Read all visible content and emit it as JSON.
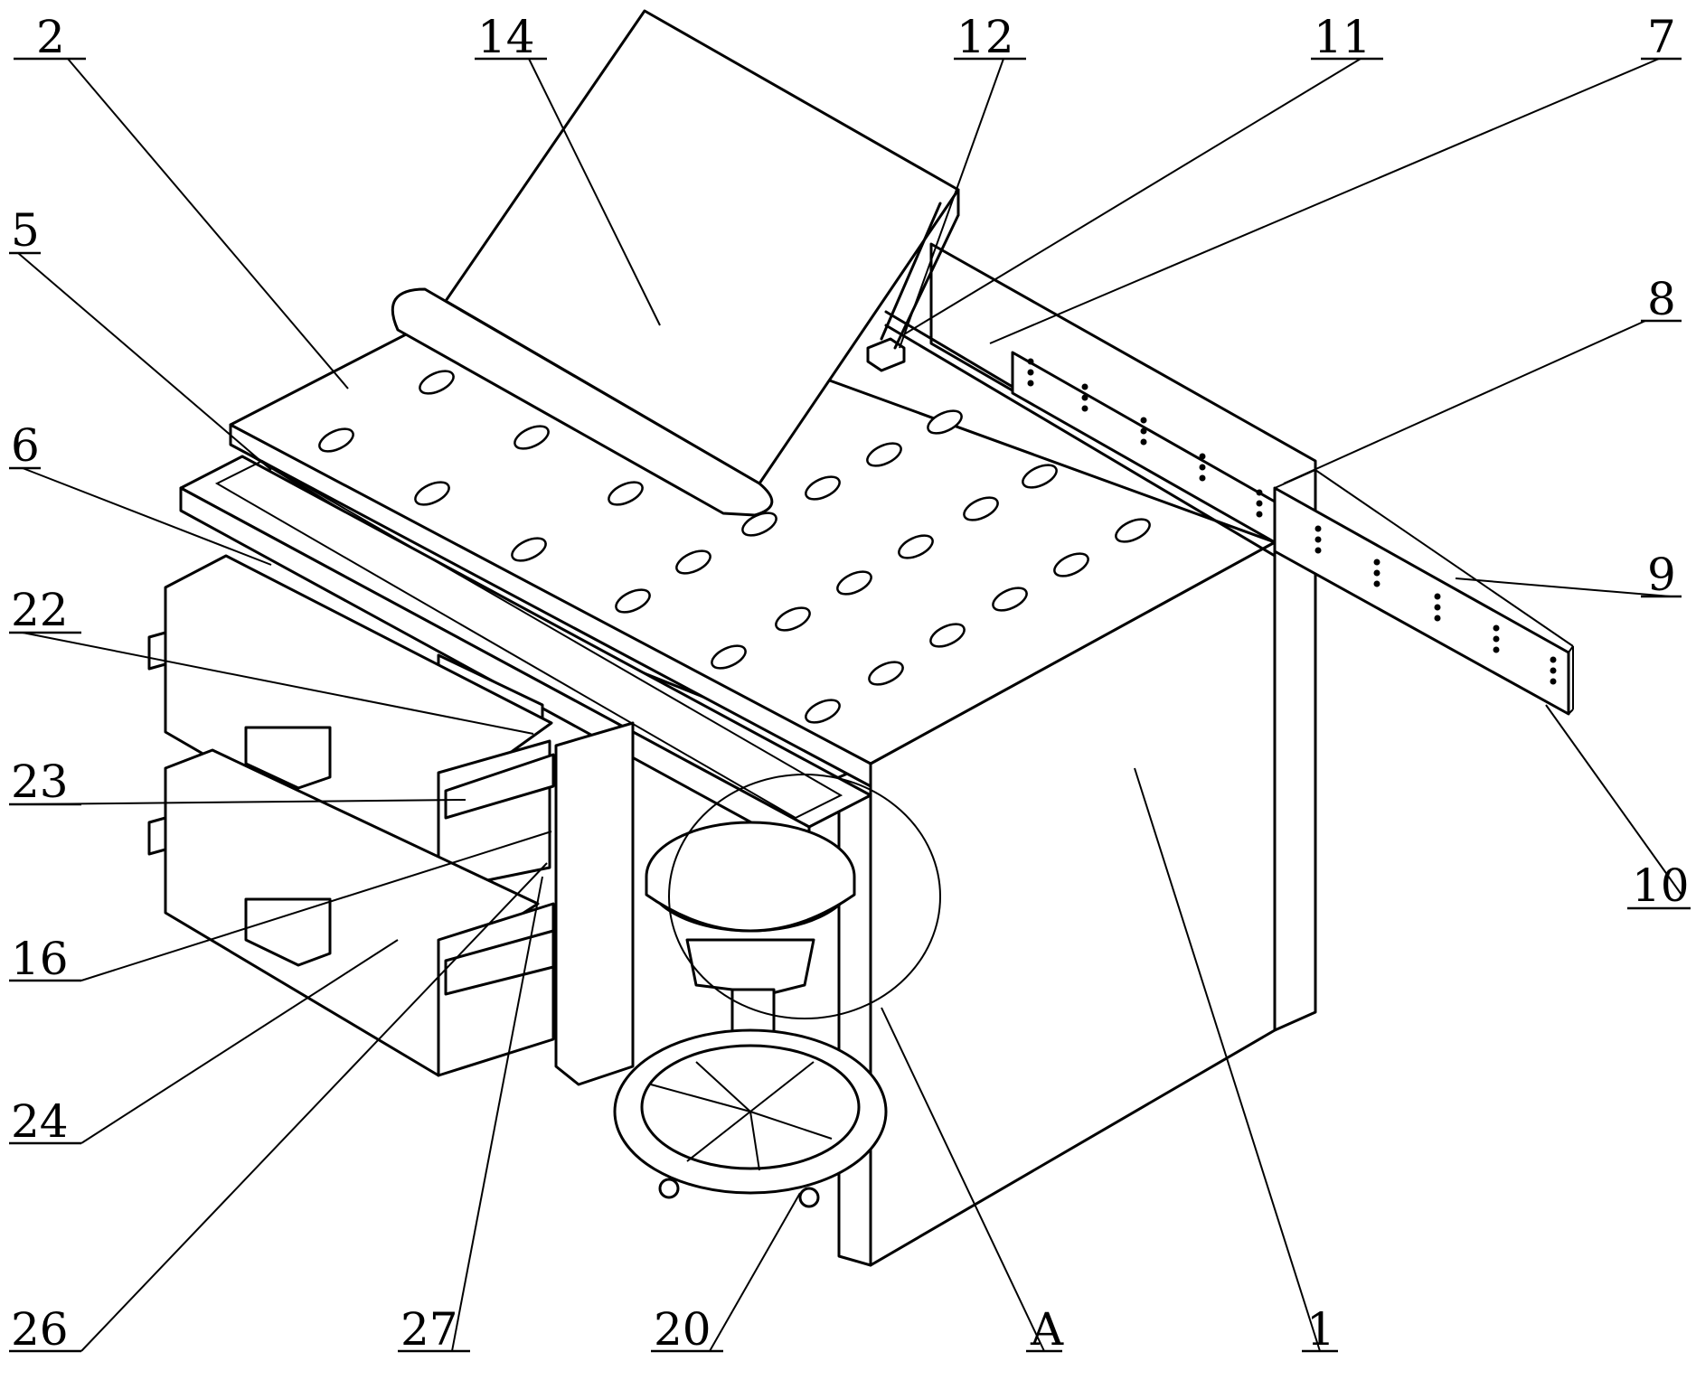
{
  "labels": {
    "l2": "2",
    "l14": "14",
    "l12": "12",
    "l11": "11",
    "l7": "7",
    "l5": "5",
    "l8": "8",
    "l6": "6",
    "l22": "22",
    "l9": "9",
    "l23": "23",
    "l10": "10",
    "l16": "16",
    "l24": "24",
    "l26": "26",
    "l27": "27",
    "l20": "20",
    "lA": "A",
    "l1": "1"
  }
}
